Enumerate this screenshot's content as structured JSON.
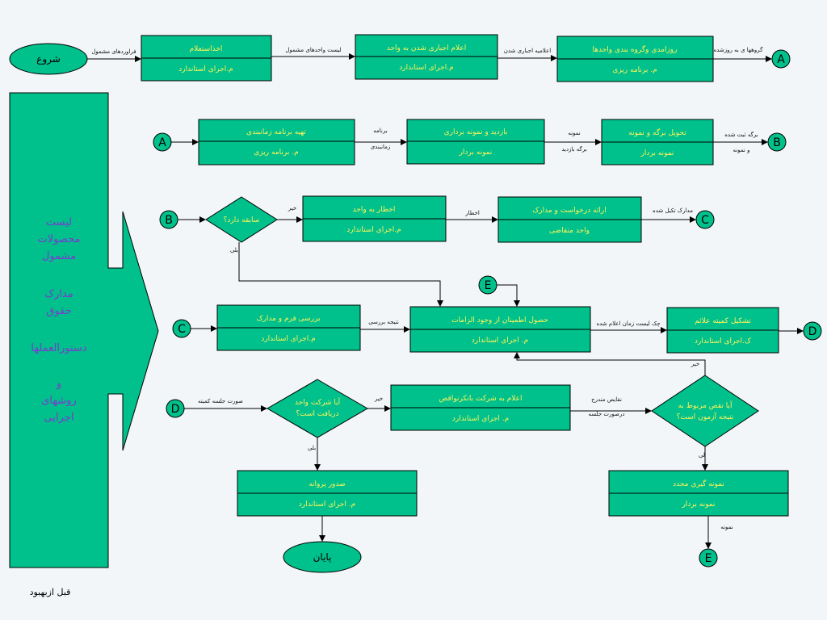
{
  "terminals": {
    "start": "شروع",
    "end": "پایان"
  },
  "boxes": [
    {
      "title": "اخذاستعلام",
      "owner": "م.اجرای استاندارد"
    },
    {
      "title": "اعلام اجباری شدن به واحد",
      "owner": "م.اجرای استاندارد"
    },
    {
      "title": "روزامدی وگروه بندی واحدها",
      "owner": "م. برنامه ریزی"
    },
    {
      "title": "تهیه برنامه زمانبندی",
      "owner": "م. برنامه ریزی"
    },
    {
      "title": "بازدید و نمونه برداری",
      "owner": "نمونه بردار"
    },
    {
      "title": "تحویل برگه و نمونه",
      "owner": "نمونه بردار"
    },
    {
      "title": "اخطار به واحد",
      "owner": "م.اجرای استاندارد"
    },
    {
      "title": "ارائه درخواست و مدارک",
      "owner": "واحد متقاضی"
    },
    {
      "title": "بررسی فرم و مدارک",
      "owner": "م.اجرای استاندارد"
    },
    {
      "title": "حصول اطمینان از وجود الزامات",
      "owner": "م. اجرای استاندارد"
    },
    {
      "title": "تشکیل کمیته علائم",
      "owner": "ک.اجرای استاندارد"
    },
    {
      "title": "اعلام به شرکت بانکرنواقص",
      "owner": "م. اجرای استاندارد"
    },
    {
      "title": "صدور پروانه",
      "owner": "م. اجرای استاندارد"
    },
    {
      "title": "نمونه گیری مجدد",
      "owner": "نمونه بردار"
    }
  ],
  "decisions": [
    {
      "line1": "سابقه دارد؟"
    },
    {
      "line1": "آیا شرکت واحد",
      "line2": "دریافت است؟"
    },
    {
      "line1": "آیا نقص مربوط به",
      "line2": "نتیجه آزمون است؟"
    }
  ],
  "connectors": {
    "a": "A",
    "b": "B",
    "c": "C",
    "d": "D",
    "e": "E"
  },
  "labels": {
    "l1": "فراوردهای مشمول",
    "l2": "لیست واحدهای مشمول",
    "l3": "اعلامیه اجباری شدن",
    "l4": "گروهها ی به روزشده",
    "l5a": "برنامه",
    "l5b": "زمانبندی",
    "l6a": "نمونه",
    "l6b": "برگه بازدید",
    "l7a": "برگه ثبت شده",
    "l7b": "و نمونه",
    "yes": "بلی",
    "no": "خیر",
    "warn": "اخطار",
    "docs": "مدارک تکیل شده",
    "review": "نتیجه بررسی",
    "check": "چک لیست زمان اعلام شده",
    "minutes": "صورت جلسه کمیته",
    "def_a": "نقایص مندرج",
    "def_b": "درصورت جلسه",
    "yes2": "لی",
    "sample": "نمونه"
  },
  "sidebar": {
    "line1": "لیست",
    "line2": "محصولات",
    "line3": "مشمول",
    "line4": "مدارک",
    "line5": "حقوق",
    "line6": "دستورالعملها",
    "line7": "و",
    "line8": "روشهای",
    "line9": "اجرایی"
  },
  "footer": "قبل ازبهبود",
  "colors": {
    "fill": "#00c08b",
    "title": "#fff45a",
    "sidebar_text": "#7a3ad0",
    "line": "#000000"
  }
}
